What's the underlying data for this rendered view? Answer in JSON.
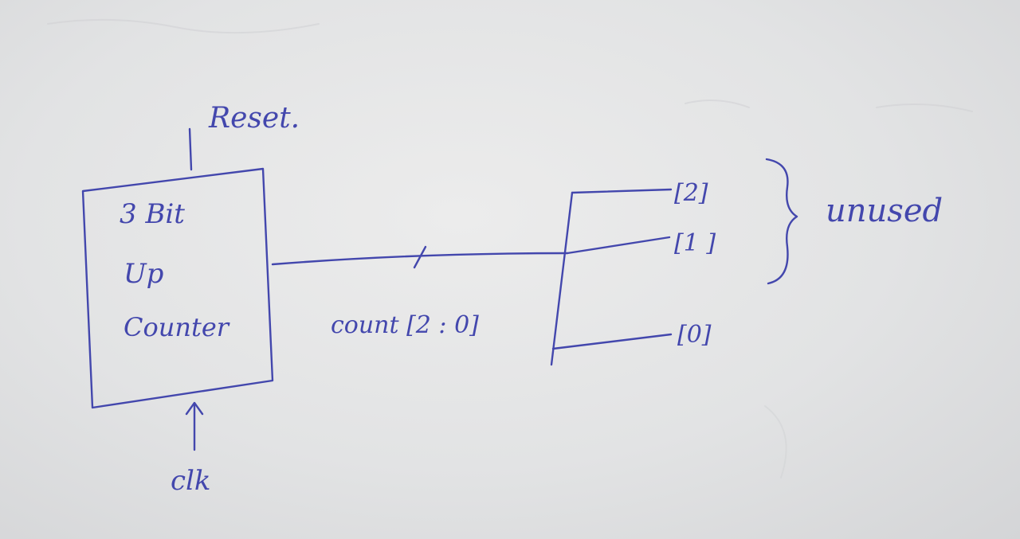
{
  "colors": {
    "ink": "#4347ad",
    "paper": "#e4e5e6",
    "bleed_through": "#c9cacd"
  },
  "counter": {
    "line1": "3 Bit",
    "line2": "Up",
    "line3": "Counter"
  },
  "signals": {
    "reset": "Reset.",
    "clk": "clk",
    "bus": "count [2 : 0]"
  },
  "bits": [
    "[2]",
    "[1 ]",
    "[0]"
  ],
  "group_label": "unused"
}
